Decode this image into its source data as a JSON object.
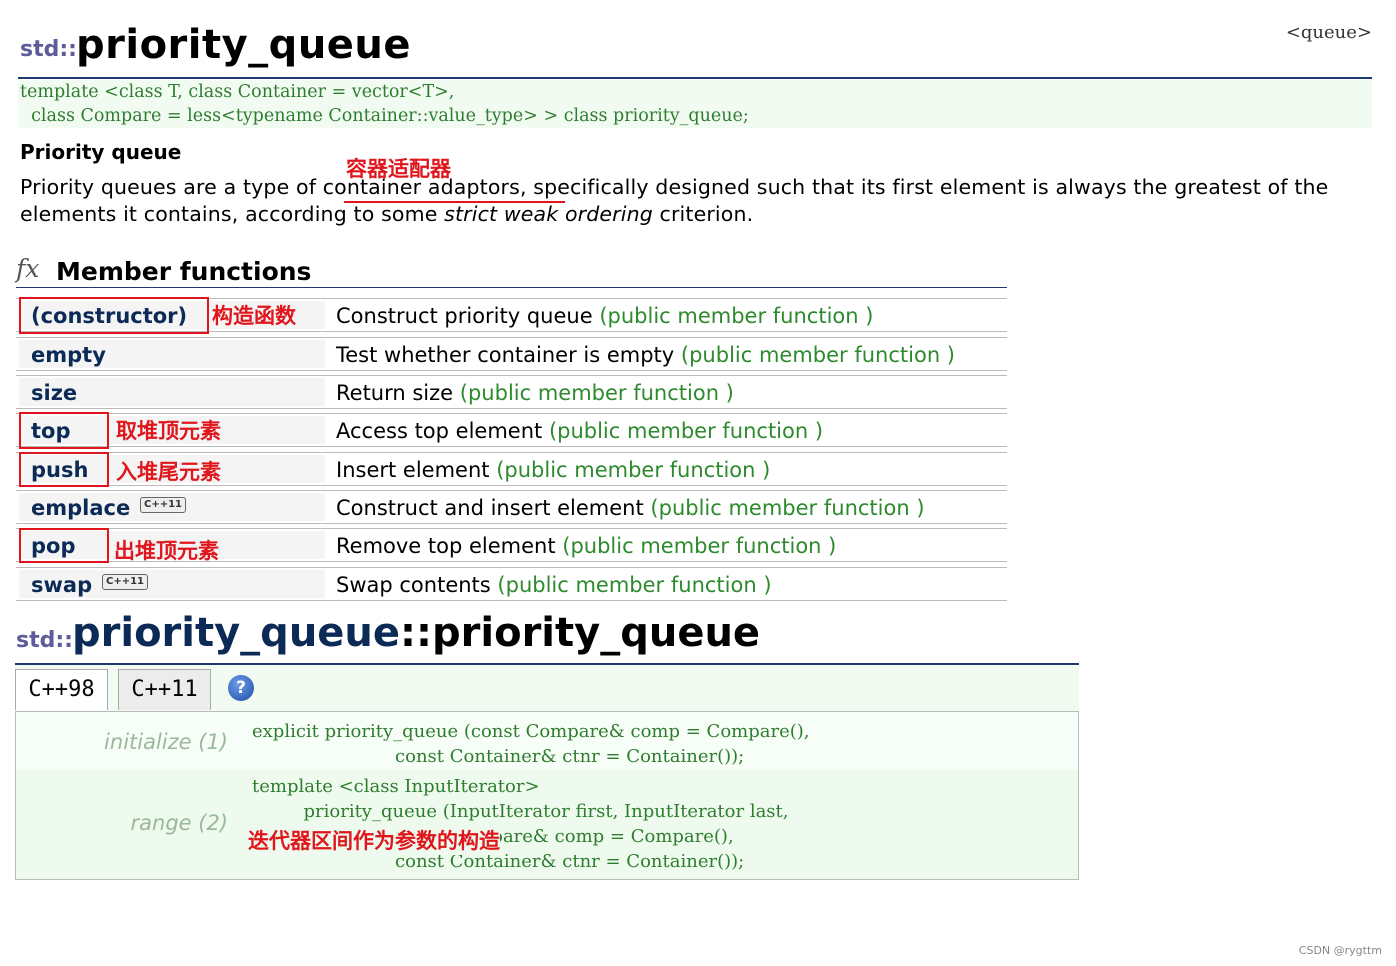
{
  "header": {
    "namespace": "std::",
    "title": "priority_queue",
    "header_name": "<queue>"
  },
  "declaration": {
    "line1": "template <class T, class Container = vector<T>,",
    "line2": "  class Compare = less<typename Container::value_type> > class priority_queue;"
  },
  "description": {
    "title": "Priority queue",
    "text_before": "Priority queues are a type of ",
    "link": "container adaptors",
    "text_middle": ", specifically designed such that its first element is always the greatest of the elements it contains, according to some ",
    "emphasis": "strict weak ordering",
    "text_after": " criterion."
  },
  "annotations": {
    "container_adaptor": "容器适配器",
    "constructor": "构造函数",
    "top": "取堆顶元素",
    "push": "入堆尾元素",
    "pop": "出堆顶元素",
    "range": "迭代器区间作为参数的构造"
  },
  "member_functions": {
    "icon": "fx-icon",
    "title": "Member functions",
    "public_label": "(public member function )",
    "cxx11_badge": "C++11",
    "rows": [
      {
        "name": "(constructor)",
        "desc": "Construct priority queue",
        "cxx11": false
      },
      {
        "name": "empty",
        "desc": "Test whether container is empty",
        "cxx11": false
      },
      {
        "name": "size",
        "desc": "Return size",
        "cxx11": false
      },
      {
        "name": "top",
        "desc": "Access top element",
        "cxx11": false
      },
      {
        "name": "push",
        "desc": "Insert element",
        "cxx11": false
      },
      {
        "name": "emplace",
        "desc": "Construct and insert element",
        "cxx11": true
      },
      {
        "name": "pop",
        "desc": "Remove top element",
        "cxx11": false
      },
      {
        "name": "swap",
        "desc": "Swap contents",
        "cxx11": true
      }
    ]
  },
  "constructor_section": {
    "namespace": "std::",
    "class_name": "priority_queue",
    "member_name": "::priority_queue",
    "tabs": [
      "C++98",
      "C++11"
    ],
    "active_tab": "C++98",
    "help_icon": "help-icon",
    "help_glyph": "?",
    "overloads": [
      {
        "label": "initialize (1)",
        "lines": [
          "explicit priority_queue (const Compare& comp = Compare(),",
          "                         const Container& ctnr = Container());"
        ]
      },
      {
        "label": "range (2)",
        "lines": [
          "template <class InputIterator>",
          "         priority_queue (InputIterator first, InputIterator last,",
          "                         const Compare& comp = Compare(),",
          "                         const Container& ctnr = Container());"
        ]
      }
    ]
  },
  "watermark": "CSDN @rygttm",
  "colors": {
    "rule": "#1f3a6e",
    "annotation_red": "#e0161d",
    "code_green": "#2e7d2e",
    "link_green": "#2d8a2d",
    "member_name": "#0b2a55"
  }
}
